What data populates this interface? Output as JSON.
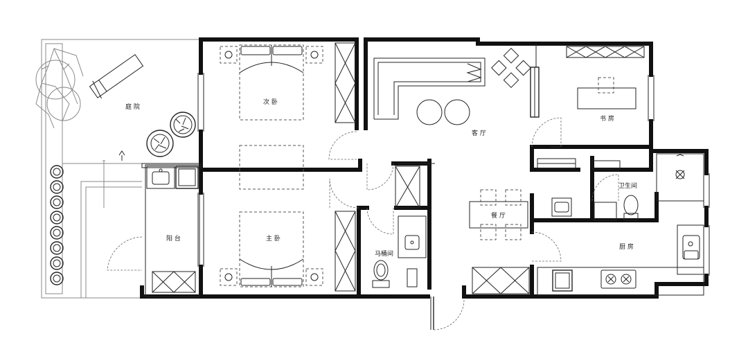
{
  "rooms": {
    "courtyard": "庭 院",
    "second_bedroom": "次 卧",
    "living_room": "客 厅",
    "study": "书 房",
    "bathroom": "卫生间",
    "dining_room": "餐 厅",
    "balcony": "阳 台",
    "master_bedroom": "主 卧",
    "toilet_room": "马桶间",
    "kitchen": "厨 房"
  }
}
